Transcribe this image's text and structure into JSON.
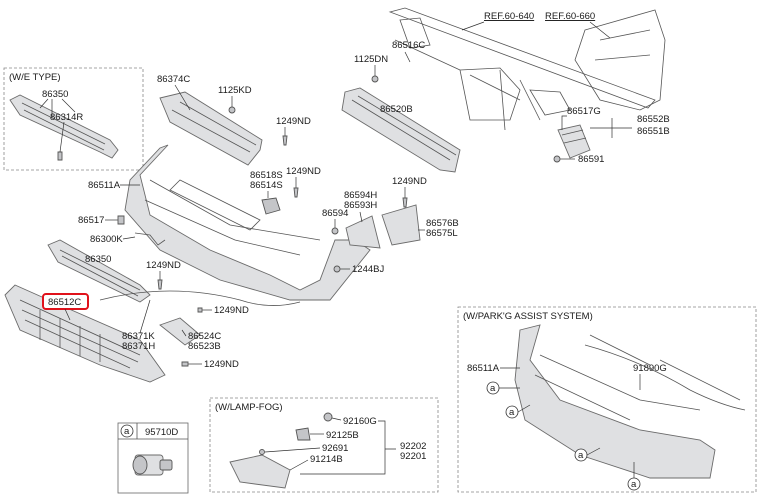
{
  "frames": {
    "we_type": "(W/E TYPE)",
    "parking_assist": "(W/PARK'G ASSIST SYSTEM)",
    "lamp_fog": "(W/LAMP-FOG)"
  },
  "refs": {
    "ref_640": "REF.60-640",
    "ref_660": "REF.60-660"
  },
  "labels": {
    "p86350_we": "86350",
    "p86314R": "86314R",
    "p86374C": "86374C",
    "p1125KD": "1125KD",
    "p1249ND_a": "1249ND",
    "p86516C": "86516C",
    "p1125DN": "1125DN",
    "p86520B": "86520B",
    "p86517G": "86517G",
    "p86552B": "86552B",
    "p86551B": "86551B",
    "p86591": "86591",
    "p86511A": "86511A",
    "p86518S": "86518S",
    "p86514S": "86514S",
    "p1249ND_b": "1249ND",
    "p86594H": "86594H",
    "p86593H": "86593H",
    "p1249ND_c": "1249ND",
    "p86594": "86594",
    "p86576B": "86576B",
    "p86575L": "86575L",
    "p86517": "86517",
    "p86300K": "86300K",
    "p86350": "86350",
    "p1249ND_d": "1249ND",
    "p1244BJ": "1244BJ",
    "p86512C": "86512C",
    "p1249ND_e": "1249ND",
    "p86371K": "86371K",
    "p86371H": "86371H",
    "p86524C": "86524C",
    "p86523B": "86523B",
    "p1249ND_f": "1249ND",
    "p86511A_pa": "86511A",
    "p91890G": "91890G",
    "p92160G": "92160G",
    "p92125B": "92125B",
    "p92691": "92691",
    "p92202": "92202",
    "p91214B": "91214B",
    "p92201": "92201",
    "p95710D": "95710D"
  },
  "callout_letter": "a",
  "highlight_color": "#e0121b"
}
